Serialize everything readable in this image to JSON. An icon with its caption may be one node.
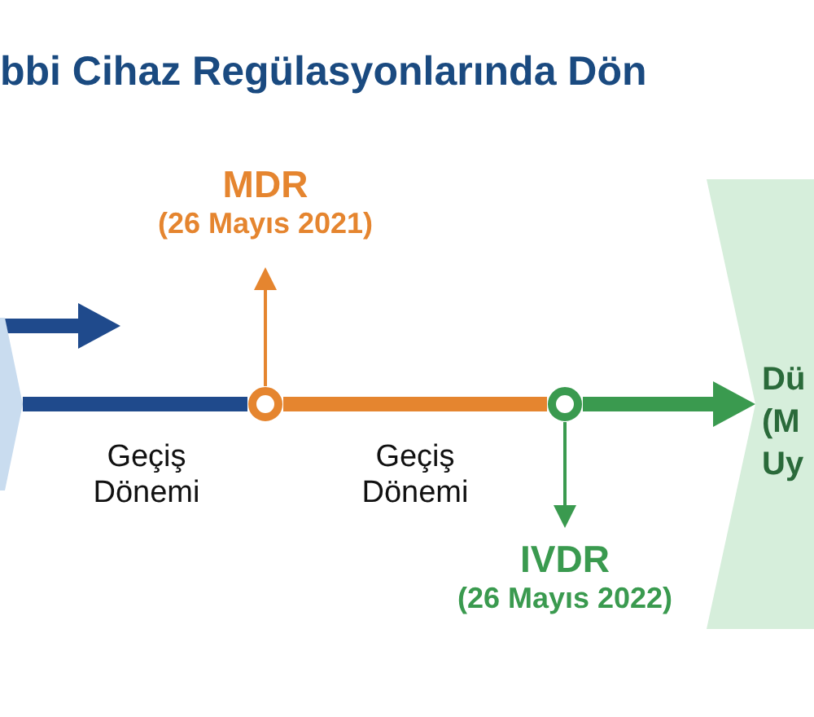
{
  "diagram": {
    "title": "bbi Cihaz Regülasyonlarında Dön",
    "nodes": [
      {
        "text": [],
        "shape": "chevron"
      },
      {
        "text": [
          "MDR",
          "(26 Mayıs 2021)"
        ]
      },
      {
        "text": [],
        "shape": "circle"
      },
      {
        "text": [],
        "shape": "circle"
      },
      {
        "text": [
          "IVDR",
          "(26 Mayıs 2022)"
        ]
      },
      {
        "text": [
          "Dü (M Uy"
        ]
      }
    ],
    "edges": [
      {
        "from": 0,
        "to": null,
        "arrow": "to",
        "color": "#1f4a8c"
      },
      {
        "from": 0,
        "to": 2,
        "arrow": "none",
        "color": "#1f4a8c"
      },
      {
        "from": 2,
        "to": 3,
        "arrow": "none",
        "color": "#e5852f"
      },
      {
        "from": 3,
        "to": 5,
        "arrow": "to",
        "color": "#3a9a4f"
      },
      {
        "from": 2,
        "to": 1,
        "arrow": "to",
        "color": "#e5852f"
      },
      {
        "from": 3,
        "to": 4,
        "arrow": "to",
        "color": "#3a9a4f"
      }
    ],
    "labels": [
      "Geçiş Dönemi",
      "Geçiş Dönemi"
    ]
  }
}
